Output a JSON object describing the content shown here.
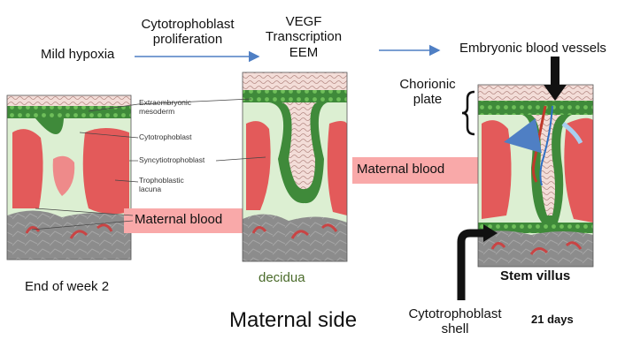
{
  "top_labels": {
    "mild_hypoxia": "Mild hypoxia",
    "cytotrophoblast_proliferation": [
      "Cytotrophoblast",
      "proliferation"
    ],
    "vegf_block": [
      "VEGF",
      "Transcription",
      "EEM"
    ],
    "embryonic_blood_vessels": "Embryonic blood vessels"
  },
  "panel1_labels": {
    "extraembryonic_mesoderm": [
      "Extraembryonic",
      "mesoderm"
    ],
    "cytotrophoblast": "Cytotrophoblast",
    "syncytiotrophoblast": "Syncytiotrophoblast",
    "trophoblastic_lacuna": [
      "Trophoblastic",
      "lacuna"
    ]
  },
  "maternal_blood_1": "Maternal blood",
  "maternal_blood_2": "Maternal blood",
  "chorionic_plate": [
    "Chorionic",
    "plate"
  ],
  "bottom_labels": {
    "end_of_week_2": "End of week 2",
    "decidua": "decidua",
    "maternal_side": "Maternal side",
    "stem_villus": "Stem villus",
    "cytotrophoblast_shell": [
      "Cytotrophoblast",
      "shell"
    ],
    "days_21": "21 days"
  },
  "colors": {
    "maternal_blood_band": "#f9a9a9",
    "arrow_blue": "#4f7fc4",
    "lacuna_red": "#e35a5a",
    "villus_green": "#dcefd2",
    "cytotrophoblast_green": "#3f8a3a",
    "decidua_gray": "#8c8c8c"
  }
}
